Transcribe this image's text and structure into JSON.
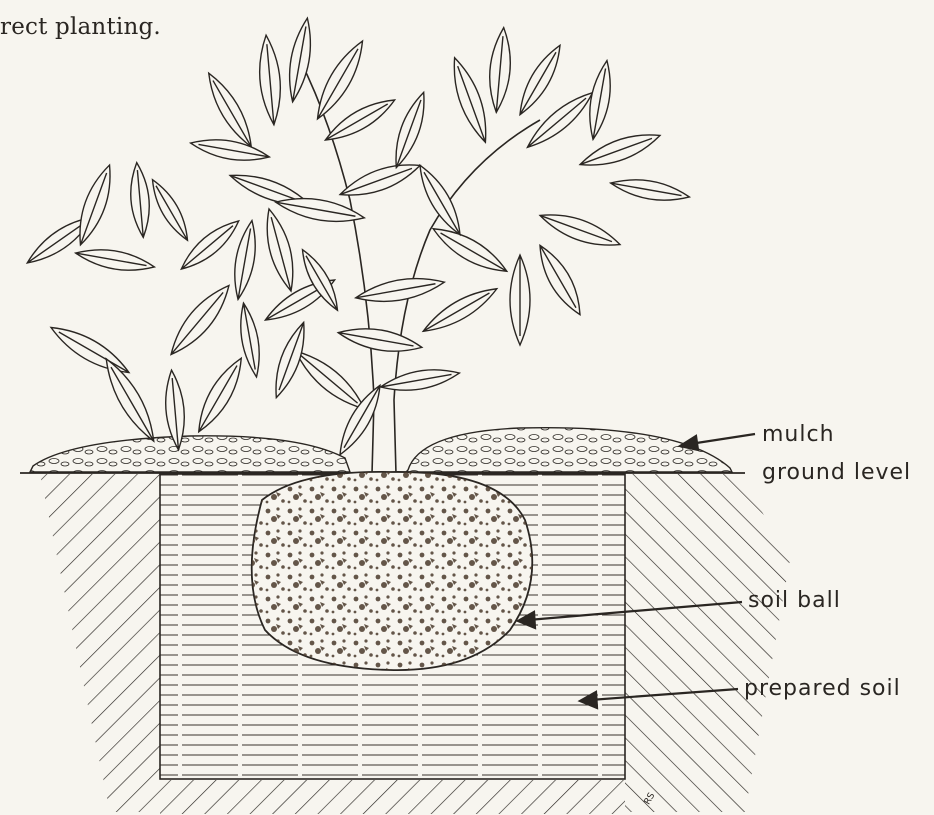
{
  "caption": "rect planting.",
  "labels": {
    "mulch": "mulch",
    "ground_level": "ground level",
    "soil_ball": "soil ball",
    "prepared_soil": "prepared soil"
  },
  "colors": {
    "ink": "#2a2622",
    "paper": "#f7f5ef",
    "soil_ball_fill": "#4a3a2c"
  }
}
